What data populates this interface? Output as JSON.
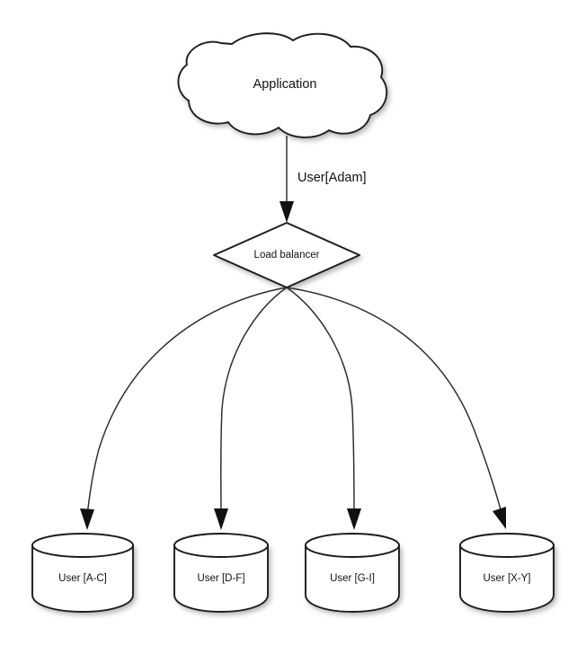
{
  "diagram": {
    "background_color": "#ffffff",
    "stroke_color": "#1a1a1a",
    "text_color": "#111111",
    "source": {
      "id": "application-cloud",
      "shape": "cloud",
      "label": "Application"
    },
    "router": {
      "id": "load-balancer",
      "shape": "diamond",
      "label": "Load balancer"
    },
    "request_edge": {
      "id": "application-to-load-balancer",
      "label": "User[Adam]",
      "arrow": "down"
    },
    "shards": [
      {
        "id": "shard-a-c",
        "shape": "cylinder",
        "label": "User [A-C]"
      },
      {
        "id": "shard-d-f",
        "shape": "cylinder",
        "label": "User [D-F]"
      },
      {
        "id": "shard-g-i",
        "shape": "cylinder",
        "label": "User [G-I]"
      },
      {
        "id": "shard-x-y",
        "shape": "cylinder",
        "label": "User [X-Y]"
      }
    ],
    "shard_edges": [
      {
        "id": "lb-to-shard-a-c",
        "label": ""
      },
      {
        "id": "lb-to-shard-d-f",
        "label": ""
      },
      {
        "id": "lb-to-shard-g-i",
        "label": ""
      },
      {
        "id": "lb-to-shard-x-y",
        "label": ""
      }
    ]
  }
}
